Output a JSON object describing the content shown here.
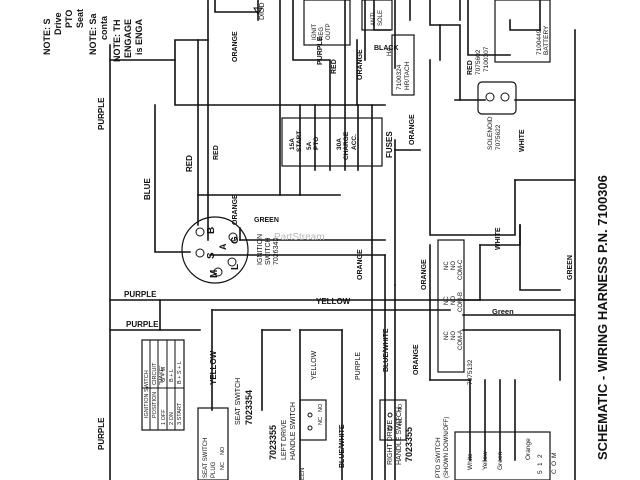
{
  "title": "SCHEMATIC - WIRING HARNESS P.N. 7100306",
  "notes": {
    "line1": "NOTE: S",
    "line2": "Drive",
    "line3": "PTO",
    "line4": "Seat",
    "line5": "NOTE: Sa",
    "line6": "conta",
    "line7": "NOTE: TH",
    "line8": "ENGAGE",
    "line9": "is ENGA"
  },
  "wire_labels": {
    "purple_left": "PURPLE",
    "purple_bottom": "PURPLE",
    "purple_mid": "PURPLE",
    "purple_mid2": "PURPLE",
    "purple_top": "PURPLE",
    "purple_right_sw": "PURPLE",
    "blue": "BLUE",
    "red_left": "RED",
    "red_top": "RED",
    "red_mid": "RED",
    "red_right": "RED",
    "orange_top": "ORANGE",
    "orange_mid": "ORANGE",
    "orange_low": "ORANGE",
    "orange_fuse": "ORANGE",
    "orange_bottom": "ORANGE",
    "orange_pto": "ORANGE",
    "orange_top2": "ORANGE",
    "yellow_top": "YELLOW",
    "yellow_sw": "YELLOW",
    "yellow_mid": "YELLOW",
    "green_ign": "GREEN",
    "green_right": "GREEN",
    "green_pto": "Green",
    "white_sol": "WHITE",
    "white_pto": "WHITE",
    "blue_white": "BLUE/WHITE",
    "blue_white2": "BLUE/WHITE",
    "black": "BLACK"
  },
  "components": {
    "ignition": {
      "label1": "IGNITION",
      "label2": "SWITCH",
      "pn": "7026343"
    },
    "ignition_terminals": [
      "B",
      "G",
      "S",
      "M",
      "L",
      "A"
    ],
    "fuses": {
      "label": "FUSES",
      "f1": "15A",
      "f1b": "START",
      "f2": "5A",
      "f2b": "PTO",
      "f3": "30A",
      "f3b": "CHARGE",
      "f4": "ACC."
    },
    "solenoid": {
      "label": "SOLENOID",
      "pn": "7075622"
    },
    "battery": {
      "pn": "7100449",
      "label": "BATTERY"
    },
    "hr_tach": {
      "pn": "7100324",
      "label": "HR/TACH"
    },
    "red_pn": {
      "a": "7075602",
      "b": "7100307"
    },
    "ignition_top": {
      "a": "IGNIT",
      "b": "REG",
      "c": "OUTP"
    },
    "anti": {
      "a": "ANTI",
      "b": "SOLE"
    },
    "diode": "DIOD",
    "ha": "HA",
    "pto_relay": {
      "pn": "7075132",
      "nc1": "NC",
      "no1": "NO",
      "comc": "COM-C",
      "nc2": "NC",
      "no2": "NO",
      "comb": "COM-B",
      "nc3": "NC",
      "no3": "NO",
      "coma": "COM-A"
    },
    "seat_switch": {
      "label": "SEAT SWITCH",
      "pn": "7023354"
    },
    "left_drive": {
      "pn": "7023355",
      "l1": "LEFT DRIVE",
      "l2": "HANDLE SWITCH"
    },
    "right_drive": {
      "l1": "RIGHT DRIVE",
      "l2": "HANDLE SWITCH",
      "pn": "7023355"
    },
    "seat_plug": {
      "l1": "SEAT SWITCH",
      "l2": "PLUG"
    },
    "pto_switch": {
      "l1": "PTO SWITCH",
      "l2": "(SHOWN DOWN/OFF)"
    },
    "pto_wires": [
      "White",
      "Yellow",
      "Green",
      "Orange"
    ],
    "pto_pins": [
      "C",
      "O",
      "M"
    ],
    "pto_nums": [
      "5",
      "1",
      "2"
    ],
    "nc_no": {
      "nc": "NC",
      "no": "NO"
    },
    "een": "EEN"
  },
  "table": {
    "header1": "IGNITION SWITCH",
    "header2a": "CIRCUIT",
    "header2b": "\"MAKE\"",
    "pos_header": "POSITION",
    "rows": [
      {
        "pos": "1 OFF",
        "make": "G + M"
      },
      {
        "pos": "2 ON",
        "make": "B + L"
      },
      {
        "pos": "3 START",
        "make": "B + S + L"
      }
    ]
  },
  "watermark": "PartStream"
}
